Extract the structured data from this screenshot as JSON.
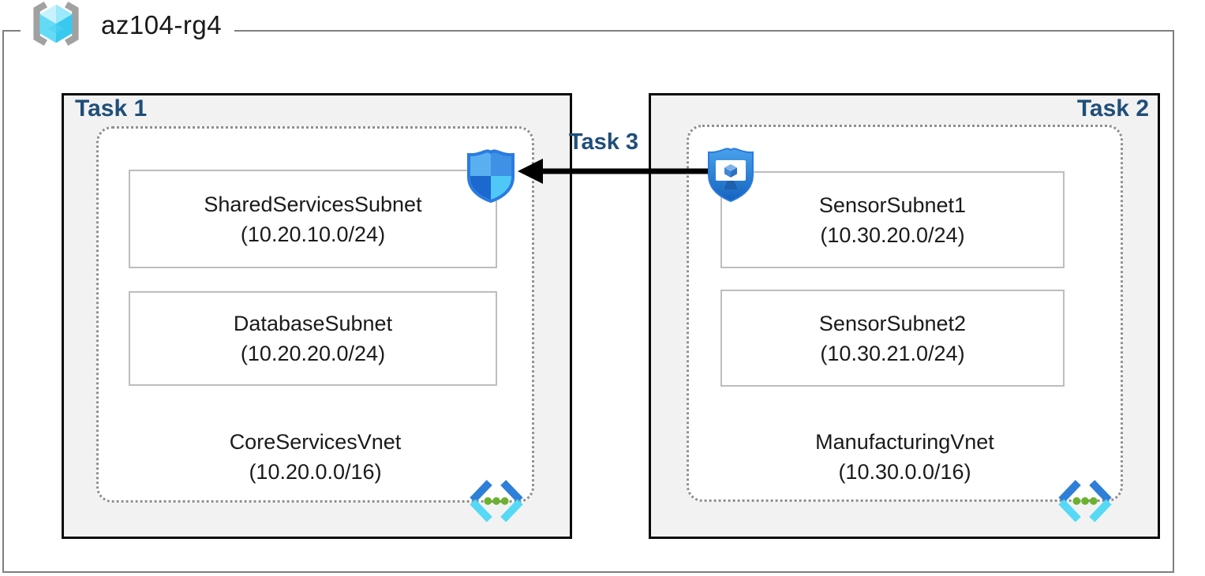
{
  "diagram": {
    "resource_group": {
      "name": "az104-rg4",
      "icon": "resource-group-icon"
    },
    "tasks": [
      {
        "label": "Task 1",
        "label_align": "left",
        "corner_icon": "network-security-group-shield-icon",
        "vnet": {
          "name": "CoreServicesVnet",
          "cidr": "(10.20.0.0/16)",
          "icon": "virtual-network-icon",
          "subnets": [
            {
              "name": "SharedServicesSubnet",
              "cidr": "(10.20.10.0/24)"
            },
            {
              "name": "DatabaseSubnet",
              "cidr": "(10.20.20.0/24)"
            }
          ]
        }
      },
      {
        "label": "Task 2",
        "label_align": "right",
        "corner_icon": "bastion-protected-vm-icon",
        "vnet": {
          "name": "ManufacturingVnet",
          "cidr": "(10.30.0.0/16)",
          "icon": "virtual-network-icon",
          "subnets": [
            {
              "name": "SensorSubnet1",
              "cidr": "(10.30.20.0/24)"
            },
            {
              "name": "SensorSubnet2",
              "cidr": "(10.30.21.0/24)"
            }
          ]
        }
      }
    ],
    "connection": {
      "label": "Task 3",
      "from": "ManufacturingVnet",
      "to": "CoreServicesVnet",
      "direction": "right-to-left",
      "style": "solid-black-arrow"
    },
    "colors": {
      "task_label": "#1f4e79",
      "task_box_bg": "#f2f2f2",
      "task_box_border": "#000000",
      "vnet_dotted_border": "#8f8f8f",
      "subnet_border": "#bdbdbd",
      "outer_frame_border": "#7f7f7f",
      "arrow": "#000000",
      "shield_blue_dark": "#1b69ce",
      "shield_blue_light": "#4fc8f8",
      "vnet_icon_blue": "#2e7fd8",
      "vnet_icon_cyan": "#55d9f5",
      "vnet_icon_green": "#6ab12e",
      "rg_cube_cyan": "#64dbf6"
    }
  }
}
